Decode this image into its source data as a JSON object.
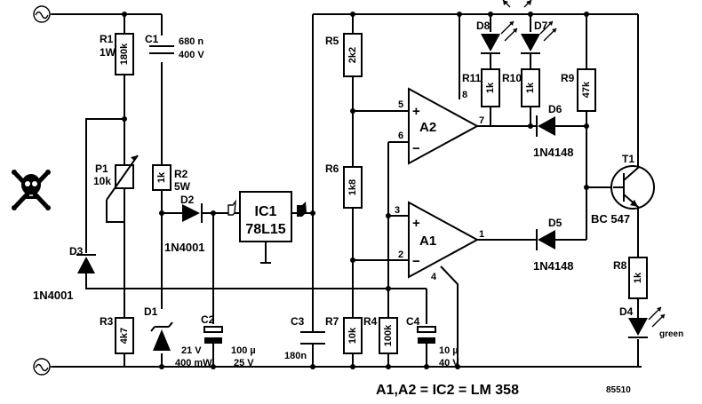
{
  "components": {
    "r1": {
      "ref": "R1",
      "spec": "1W",
      "value": "180k"
    },
    "c1": {
      "ref": "C1",
      "value_line1": "680 n",
      "value_line2": "400 V"
    },
    "p1": {
      "ref": "P1",
      "value": "10k"
    },
    "r2": {
      "ref": "R2",
      "spec": "5W",
      "value": "1k"
    },
    "d3": {
      "ref": "D3",
      "part": "1N4001"
    },
    "d2": {
      "ref": "D2",
      "part": "1N4001"
    },
    "ic1": {
      "ref": "IC1",
      "part": "78L15"
    },
    "r3": {
      "ref": "R3",
      "value": "4k7"
    },
    "d1": {
      "ref": "D1",
      "spec_line1": "21 V",
      "spec_line2": "400 mW"
    },
    "c2": {
      "ref": "C2",
      "value_line1": "100 µ",
      "value_line2": "25 V"
    },
    "c3": {
      "ref": "C3",
      "value": "180n"
    },
    "r5": {
      "ref": "R5",
      "value": "2k2"
    },
    "r6": {
      "ref": "R6",
      "value": "1k8"
    },
    "r7": {
      "ref": "R7",
      "value": "10k"
    },
    "r4": {
      "ref": "R4",
      "value": "100k"
    },
    "c4": {
      "ref": "C4",
      "value_line1": "10 µ",
      "value_line2": "40 V"
    },
    "a2": {
      "ref": "A2",
      "pin_plus": "5",
      "pin_minus": "6",
      "pin_out": "7",
      "pin_supply": "8",
      "plus_sign": "+",
      "minus_sign": "−"
    },
    "a1": {
      "ref": "A1",
      "pin_plus": "3",
      "pin_minus": "2",
      "pin_out": "1",
      "pin_gnd": "4",
      "plus_sign": "+",
      "minus_sign": "−"
    },
    "d8": {
      "ref": "D8"
    },
    "d7": {
      "ref": "D7"
    },
    "r11": {
      "ref": "R11",
      "value": "1k"
    },
    "r10": {
      "ref": "R10",
      "value": "1k"
    },
    "r9": {
      "ref": "R9",
      "value": "47k"
    },
    "d6": {
      "ref": "D6",
      "part": "1N4148"
    },
    "d5": {
      "ref": "D5",
      "part": "1N4148"
    },
    "t1": {
      "ref": "T1",
      "part": "BC 547"
    },
    "r8": {
      "ref": "R8",
      "value": "1k"
    },
    "d4": {
      "ref": "D4",
      "color": "green"
    }
  },
  "footnote": "A1,A2 = IC2 = LM 358",
  "drawing_number": "85510",
  "icons": {
    "mains_top": "ac-source-icon",
    "mains_bottom": "ac-source-icon",
    "danger": "skull-crossbones-icon"
  }
}
